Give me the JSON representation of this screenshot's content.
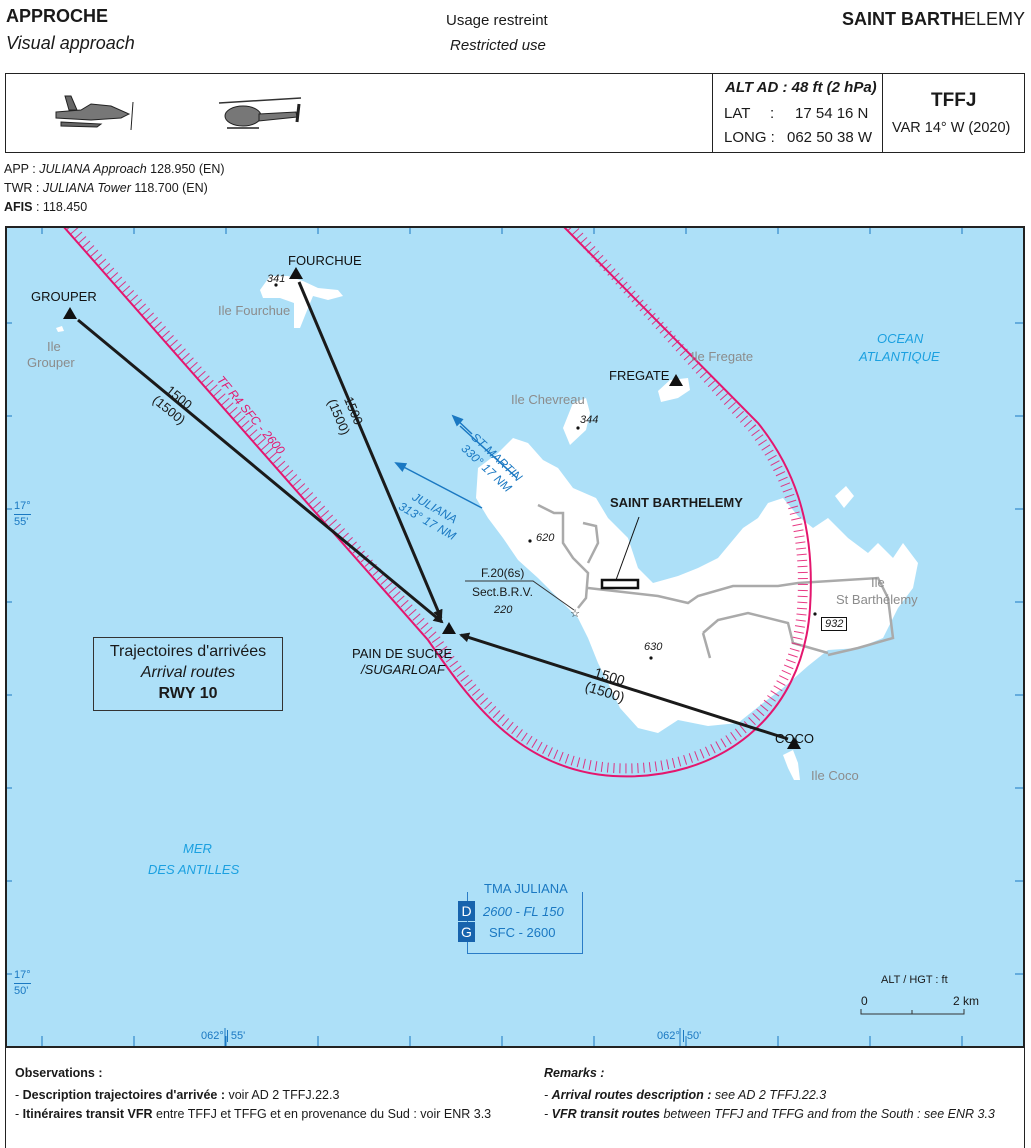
{
  "header": {
    "title_fr": "APPROCHE",
    "title_en": "Visual approach",
    "usage_fr": "Usage restreint",
    "usage_en": "Restricted use",
    "aerodrome_bold": "SAINT BARTH",
    "aerodrome_rest": "ELEMY"
  },
  "info_box": {
    "icons": [
      "airplane-icon",
      "helicopter-icon"
    ],
    "alt_ad": "ALT AD : 48 ft (2 hPa)",
    "lat_label": "LAT",
    "lat_sep": ":",
    "lat_value": "17 54 16 N",
    "long_label": "LONG :",
    "long_value": "062 50 38 W",
    "icao": "TFFJ",
    "var": "VAR 14° W (2020)"
  },
  "frequencies": [
    {
      "label": "APP :",
      "name": "JULIANA Approach",
      "value": "128.950 (EN)"
    },
    {
      "label": "TWR :",
      "name": "JULIANA Tower",
      "value": "118.700 (EN)"
    },
    {
      "label": "AFIS",
      "name": "",
      "value": ": 118.450"
    }
  ],
  "map": {
    "colors": {
      "sea": "#ade0f8",
      "land": "#ffffff",
      "restricted": "#e4166e",
      "route": "#1a1a1a",
      "vfr_exit": "#1a78c2"
    },
    "waypoints": [
      "GROUPER",
      "FOURCHUE",
      "FREGATE",
      "PAIN DE SUCRE",
      "COCO"
    ],
    "waypoint_sub": "/SUGARLOAF",
    "islands": [
      "Ile Fourchue",
      "Ile",
      "Grouper",
      "Ile Fregate",
      "Ile Chevreau",
      "Ile",
      "St Barthélemy",
      "Ile Coco"
    ],
    "elevations": [
      "341",
      "344",
      "620",
      "630",
      "220",
      "932"
    ],
    "routes": [
      {
        "from": "GROUPER",
        "alt": "1500",
        "hgt": "(1500)"
      },
      {
        "from": "FOURCHUE",
        "alt": "1500",
        "hgt": "(1500)"
      },
      {
        "from": "COCO",
        "alt": "1500",
        "hgt": "(1500)"
      }
    ],
    "restricted_area": "TF R4  SFC - 2600",
    "exits": [
      {
        "name": "ST MARTIN",
        "bearing": "330° 17 NM"
      },
      {
        "name": "JULIANA",
        "bearing": "313° 17 NM"
      }
    ],
    "aerodrome_label": "SAINT BARTHELEMY",
    "light": {
      "line1": "F.20(6s)",
      "line2": "Sect.B.R.V."
    },
    "sea_atlantic": [
      "OCEAN",
      "ATLANTIQUE"
    ],
    "sea_caribbean": [
      "MER",
      "DES ANTILLES"
    ],
    "legend": {
      "line1": "Trajectoires d'arrivées",
      "line2": "Arrival routes",
      "line3": "RWY 10"
    },
    "tma": {
      "title": "TMA JULIANA",
      "class_d": "D",
      "d_limits": "2600 - FL 150",
      "class_g": "G",
      "g_limits": "SFC - 2600"
    },
    "lat_labels": [
      {
        "deg": "17°",
        "min": "55'"
      },
      {
        "deg": "17°",
        "min": "50'"
      }
    ],
    "long_labels": [
      {
        "deg": "062°",
        "min": "55'"
      },
      {
        "deg": "062°",
        "min": "50'"
      }
    ],
    "units": "ALT / HGT : ft",
    "scale": {
      "start": "0",
      "end": "2 km"
    }
  },
  "footer": {
    "obs_title": "Observations :",
    "obs": [
      {
        "bold": "Description trajectoires d'arrivée :",
        "text": " voir AD 2 TFFJ.22.3"
      },
      {
        "bold": "Itinéraires transit VFR",
        "text": " entre TFFJ et TFFG et en provenance du Sud : voir ENR 3.3"
      }
    ],
    "rem_title": "Remarks :",
    "rem": [
      {
        "bold": "Arrival routes description :",
        "text": " see AD 2 TFFJ.22.3"
      },
      {
        "bold": "VFR transit routes",
        "text": " between TFFJ and TFFG and from the South : see ENR 3.3"
      }
    ]
  }
}
